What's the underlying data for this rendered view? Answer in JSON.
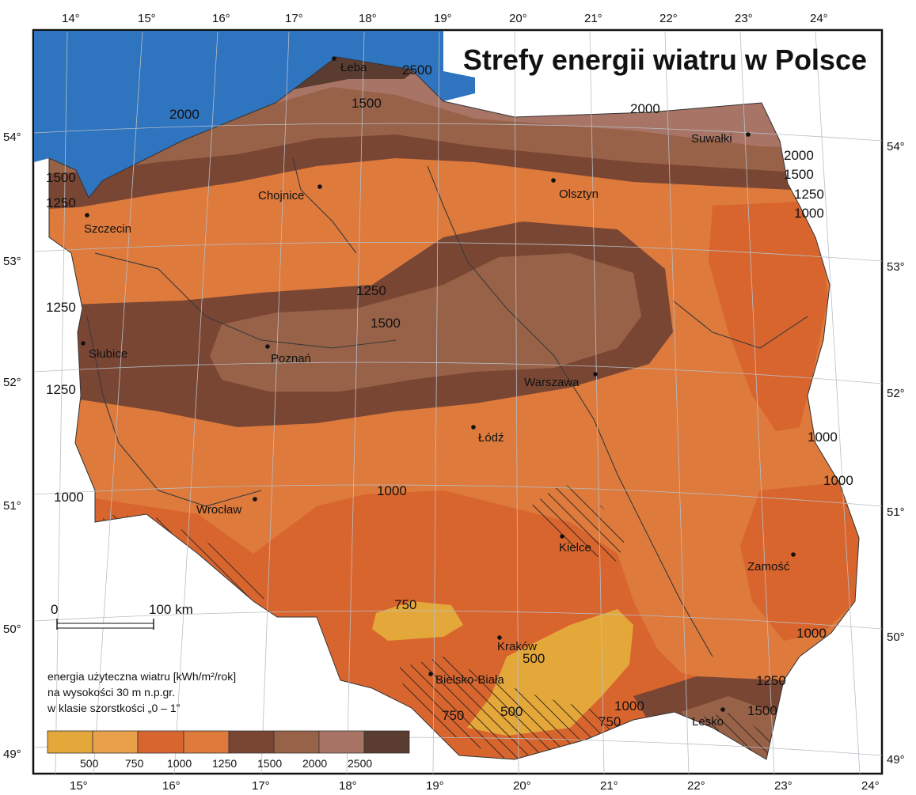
{
  "title": "Strefy energii wiatru w Polsce",
  "lon_ticks": [
    "14°",
    "15°",
    "16°",
    "17°",
    "18°",
    "19°",
    "20°",
    "21°",
    "22°",
    "23°",
    "24°"
  ],
  "lat_ticks": [
    "54°",
    "53°",
    "52°",
    "51°",
    "50°",
    "49°"
  ],
  "cities": [
    "Łeba",
    "Suwałki",
    "Chojnice",
    "Olsztyn",
    "Szczecin",
    "Słubice",
    "Poznań",
    "Warszawa",
    "Łódź",
    "Wrocław",
    "Kielce",
    "Zamość",
    "Kraków",
    "Bielsko-Biała",
    "Lesko"
  ],
  "isolines": [
    "2500",
    "2000",
    "1500",
    "2000",
    "2000",
    "1500",
    "1250",
    "1000",
    "1500",
    "1250",
    "1250",
    "1500",
    "1250",
    "1000",
    "1000",
    "1000",
    "1000",
    "750",
    "500",
    "750",
    "500",
    "750",
    "1000",
    "1000",
    "1250",
    "1500"
  ],
  "scale": {
    "zero": "0",
    "distance": "100 km"
  },
  "legend": {
    "line1": "energia użyteczna wiatru [kWh/m²/rok]",
    "line2": "na wysokości 30 m n.p.gr.",
    "line3": "w klasie szorstkości „0 – 1”",
    "class_labels": [
      "500",
      "750",
      "1000",
      "1250",
      "1500",
      "2000",
      "2500"
    ],
    "colors": [
      "#e4a83a",
      "#e8a04a",
      "#d9652e",
      "#dd7a3c",
      "#7a4634",
      "#986248",
      "#a87466",
      "#5a3c30"
    ]
  },
  "colors": {
    "sea": "#2f74bf",
    "frame": "#111111"
  }
}
